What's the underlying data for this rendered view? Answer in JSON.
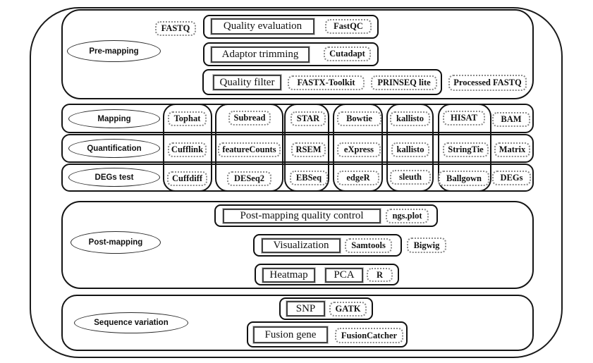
{
  "premapping": {
    "label": "Pre-mapping",
    "fastq": "FASTQ",
    "quality_evaluation": "Quality evaluation",
    "fastqc": "FastQC",
    "adaptor_trimming": "Adaptor trimming",
    "cutadapt": "Cutadapt",
    "quality_filter": "Quality filter",
    "fastx_toolkit": "FASTX-Toolkit",
    "prinseq_lite": "PRINSEQ lite",
    "processed_fastq": "Processed FASTQ"
  },
  "grid": {
    "rows": [
      {
        "label": "Mapping",
        "cells": [
          "Tophat",
          "Subread",
          "STAR",
          "Bowtie",
          "kallisto",
          "HISAT",
          "BAM"
        ]
      },
      {
        "label": "Quantification",
        "cells": [
          "Cufflink",
          "featureCounts",
          "RSEM",
          "eXpress",
          "kallisto",
          "StringTie",
          "Matrix"
        ]
      },
      {
        "label": "DEGs test",
        "cells": [
          "Cuffdiff",
          "DESeq2",
          "EBSeq",
          "edgeR",
          "sleuth",
          "Ballgown",
          "DEGs"
        ]
      }
    ]
  },
  "postmapping": {
    "label": "Post-mapping",
    "quality_control": "Post-mapping quality control",
    "ngs_plot": "ngs.plot",
    "visualization": "Visualization",
    "samtools": "Samtools",
    "bigwig": "Bigwig",
    "heatmap": "Heatmap",
    "pca": "PCA",
    "r": "R"
  },
  "sequence_variation": {
    "label": "Sequence variation",
    "snp": "SNP",
    "gatk": "GATK",
    "fusion_gene": "Fusion gene",
    "fusioncatcher": "FusionCatcher"
  },
  "colors": {
    "line": "#1a1a1a",
    "tool_border": "#8a8a8a",
    "background": "#ffffff"
  }
}
